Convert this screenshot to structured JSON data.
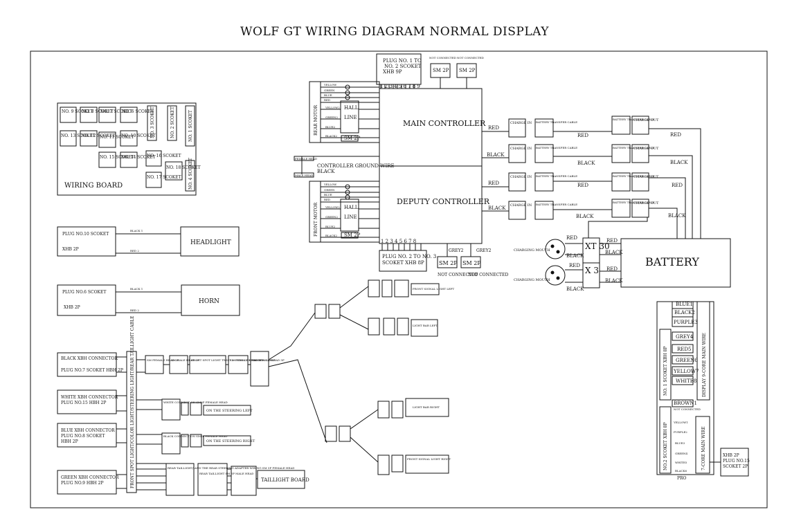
{
  "title": "WOLF GT WIRING DIAGRAM NORMAL DISPLAY",
  "wiring_board": {
    "label": "WIRING BOARD",
    "sockets": [
      "NO. 9 SCOKET",
      "NO. 8 SCOKET",
      "NO. 7 SCOKET",
      "NO. 6 SCOKET",
      "NO. 13 SCOKET",
      "NO. 12 SCOKET",
      "NO. 11 SCOKET",
      "NO. 10 SCOKET",
      "NO. 15 SCOKET",
      "NO. 14 SCOKET",
      "NO. 16 SCOKET",
      "NO. 17 SCOKET",
      "NO. 18 SCOKET"
    ],
    "vertical_sockets": [
      "NO. 3 SCOKET",
      "NO. 2 SCOKET",
      "NO. 1 SCOKET",
      "NO. 4 SCOKET"
    ]
  },
  "plug_top": {
    "line1": "PLUG NO. 1 TO",
    "line2": "NO. 2 SCOKET",
    "line3": "XHB 9P",
    "pins": "1 2 3 4 5 6 7 8 9"
  },
  "plug_bottom": {
    "line1": "PLUG NO. 2 TO NO. 3",
    "line2": "SCOKET XHB 8P",
    "pins": "1 2 3 4 5 6 7 8"
  },
  "sm2p": "SM 2P",
  "not_connected": "NOT CONNECTED",
  "grey2": "GREY2",
  "main_controller": "MAIN CONTROLLER",
  "deputy_controller": "DEPUTY CONTROLLER",
  "controller_ground": "CONTROLLER GROUND WIRE",
  "black": "BLACK",
  "red": "RED",
  "female_head": "FEMALE HEAD",
  "male_head": "MALE HEAD",
  "rear_motor": "REAR MOTOR",
  "front_motor": "FRONT MOTOR",
  "hall": "HALL",
  "line": "LINE",
  "motor_wires": [
    "YELLOW",
    "GREEN",
    "BLUE",
    "RED",
    "YELLOW2",
    "GREEN2",
    "BLUE2",
    "BLACK2"
  ],
  "charge_in": "CHARGE IN",
  "charge_out": "CHARGE OUT",
  "battery_transfer": "BATTERY TRANSFER CABLE",
  "battery": "BATTERY",
  "xt30": "XT 30",
  "x3": "X 3",
  "charging_mouth": "CHARGING MOUTH",
  "headlight_plug": {
    "name": "PLUG NO.10 SCOKET",
    "spec": "XHB  2P",
    "target": "HEADLIGHT",
    "wire1": "BLACK 1",
    "wire2": "RED 2"
  },
  "horn_plug": {
    "name": "PLUG NO.6 SCOKET",
    "spec": "XHB  2P",
    "target": "HORN",
    "wire1": "BLACK 1",
    "wire2": "RED 2"
  },
  "connectors": [
    {
      "line1": "BLACK XBH CONNECTOR",
      "line2": "PLUG NO.7 SCOKET HBH 2P"
    },
    {
      "line1": "WHITE XBH CONNECTOR",
      "line2": "PLUG NO.15 HBH   2P"
    },
    {
      "line1": "BLUE XBH CONNECTOR",
      "line2": "PLUG NO.8 SCOKET",
      "line3": "HBH 2P"
    },
    {
      "line1": "GREEN XBH CONNECTOR",
      "line2": "PLUG NO.9 HBH   2P"
    }
  ],
  "vertical_bundle": "FRONT SPOT LIGHT/COLOR LIGHT/STEERING LIGHT/REAR TAILLIGHT CABLE",
  "sm_female_2p": "SM FEMALE HEAD 2P",
  "sm_male_2p": "SM MALE HEAD 2P",
  "front_spot": "FRONT SPOT LIGHT TWIST 2-CORE CONVERSION CABLE",
  "sm_female_5p": "SM FEMALE HEAD 5P",
  "on_steering_left": "ON THE STEERING LEFT",
  "on_steering_right": "ON THE STEERING RIGHT",
  "white_connect": "WHITE CONNECT ON SM3P FEMALE HEAD",
  "black_connect": "BLACK CONNECT ON SM3P FEMALE HEAD",
  "rear_adapter": "REAR TAILLIGHT/ AND THE REAR STEERING ADAPTER WIRING SM 5P FEMALE HEAD",
  "rear_male": "REAR TAILLIGHT SM 5P MALE HEAD",
  "taillight_board": "TAILLIGHT BOARD",
  "front_signal_left": "FRONT SIGNAL LIGHT LEFT",
  "front_signal_right": "FRONT SIGNAL LIGHT RIGHT",
  "light_bar_left": "LIGHT BAR LEFT",
  "light_bar_right": "LIGHT BAR RIGHT",
  "display_main": {
    "wires": [
      "BLUE1",
      "BLACK2",
      "PURPLE3",
      "GREY4",
      "RED5",
      "GREEN6",
      "YELLOW7",
      "WHITE8",
      "BROWN1"
    ],
    "socket": "NO. 1 SCOKET XBH 8P",
    "wire_label": "DISPLAY 9-CORE MAIN WIRE",
    "not_connected": "NOT CONNECTED"
  },
  "display_sub": {
    "wires": [
      "YELLOW1",
      "PURPLE2",
      "BLUE3",
      "GREEN4",
      "WHITE5",
      "BLACK6"
    ],
    "socket": "NO.2 SCOKET XBH 8P",
    "wire_label": "7-CORE MAIN WIRE",
    "pro": "PRO"
  },
  "plug15": {
    "line1": "XHB 2P",
    "line2": "PLUG NO.15",
    "line3": "SCOKET 2P"
  }
}
